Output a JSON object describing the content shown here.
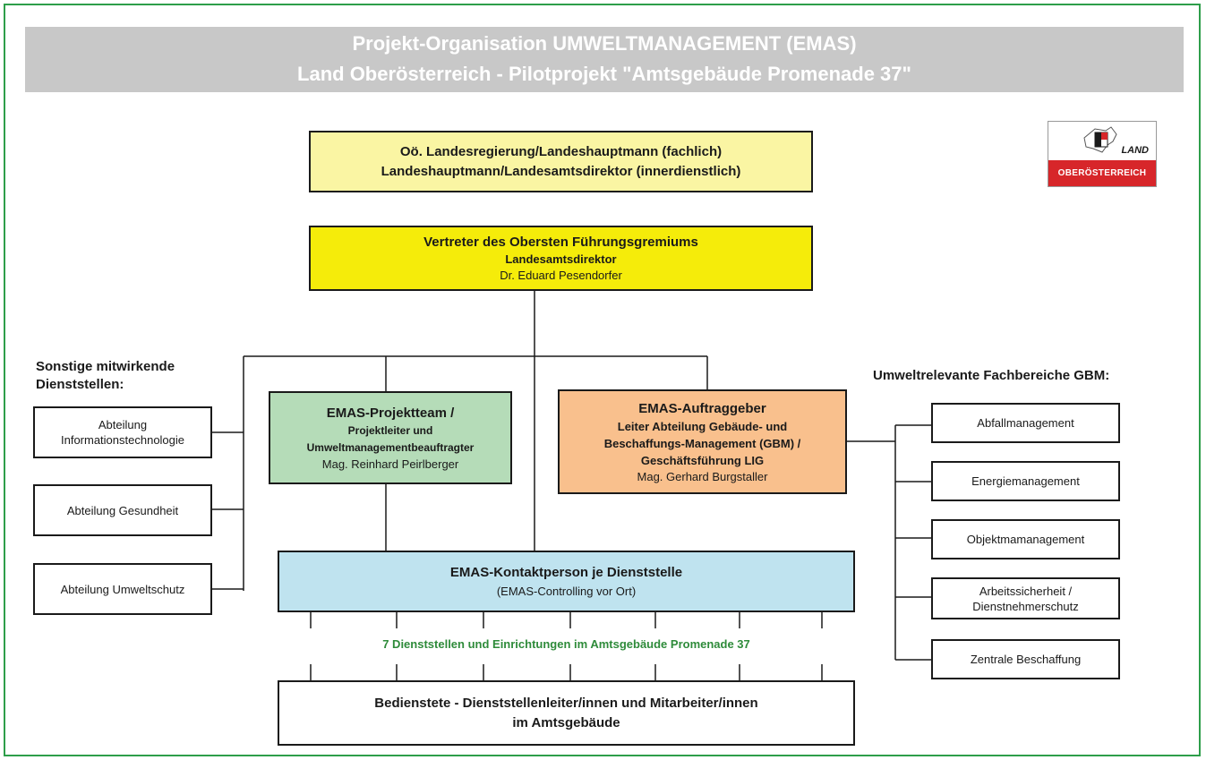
{
  "header": {
    "line1": "Projekt-Organisation UMWELTMANAGEMENT (EMAS)",
    "line2": "Land Oberösterreich - Pilotprojekt \"Amtsgebäude Promenade 37\""
  },
  "logo": {
    "word_land": "LAND",
    "word_region": "OBERÖSTERREICH",
    "colors": {
      "red": "#d7262a"
    }
  },
  "top_box": {
    "line1": "Oö. Landesregierung/Landeshauptmann (fachlich)",
    "line2": "Landeshauptmann/Landesamtsdirektor (innerdienstlich)",
    "color": "#faf5a3"
  },
  "leadership_box": {
    "title": "Vertreter des Obersten Führungsgremiums",
    "role": "Landesamtsdirektor",
    "person": "Dr. Eduard Pesendorfer",
    "color": "#f5ec0a"
  },
  "left_group": {
    "heading_line1": "Sonstige mitwirkende",
    "heading_line2": "Dienststellen:",
    "items": [
      {
        "line1": "Abteilung",
        "line2": "Informationstechnologie"
      },
      {
        "line1": "Abteilung Gesundheit",
        "line2": ""
      },
      {
        "line1": "Abteilung Umweltschutz",
        "line2": ""
      }
    ]
  },
  "project_team": {
    "title": "EMAS-Projektteam /",
    "line2": "Projektleiter und",
    "line3": "Umweltmanagementbeauftragter",
    "person": "Mag. Reinhard Peirlberger",
    "color": "#b5dcb8"
  },
  "client_box": {
    "title": "EMAS-Auftraggeber",
    "line2": "Leiter Abteilung Gebäude- und",
    "line3": "Beschaffungs-Management (GBM) /",
    "line4": "Geschäftsführung LIG",
    "person": "Mag. Gerhard Burgstaller",
    "color": "#f9c08d"
  },
  "right_group": {
    "heading": "Umweltrelevante Fachbereiche GBM:",
    "items": [
      {
        "line1": "Abfallmanagement",
        "line2": ""
      },
      {
        "line1": "Energiemanagement",
        "line2": ""
      },
      {
        "line1": "Objektmamanagement",
        "line2": ""
      },
      {
        "line1": "Arbeitssicherheit /",
        "line2": "Dienstnehmerschutz"
      },
      {
        "line1": "Zentrale Beschaffung",
        "line2": ""
      }
    ]
  },
  "contact_box": {
    "title": "EMAS-Kontaktperson je Dienststelle",
    "subtitle": "(EMAS-Controlling vor Ort)",
    "color": "#bfe3ef"
  },
  "units_note": "7 Dienststellen und Einrichtungen im Amtsgebäude Promenade 37",
  "staff_box": {
    "line1": "Bedienstete - Dienststellenleiter/innen und Mitarbeiter/innen",
    "line2": "im Amtsgebäude"
  }
}
